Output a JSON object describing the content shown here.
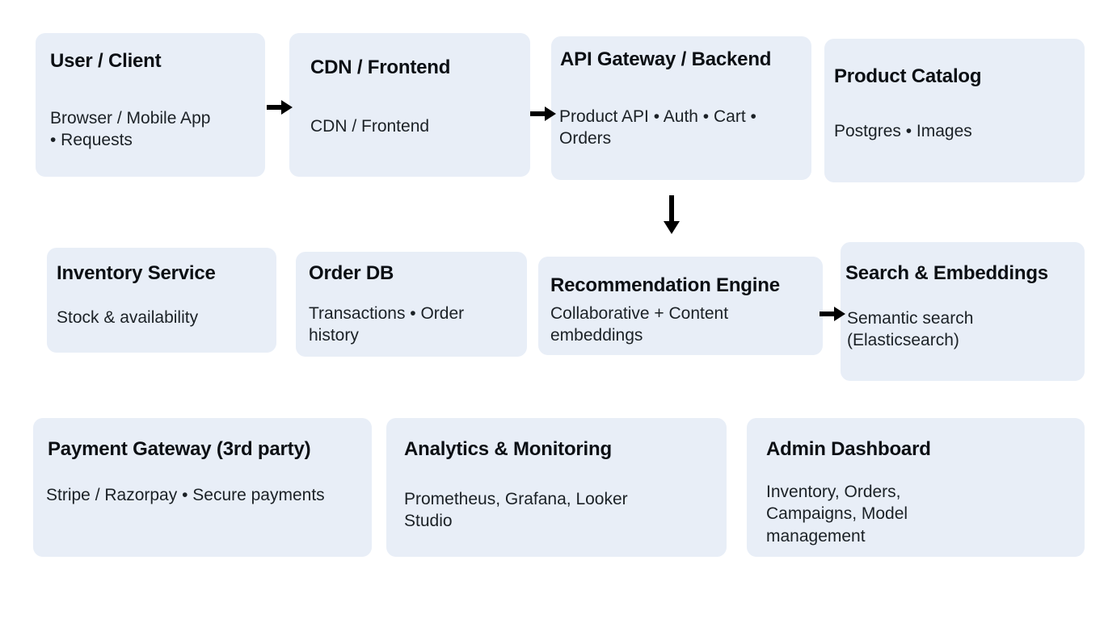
{
  "diagram": {
    "type": "architecture-flow",
    "background_color": "#ffffff",
    "node_fill_color": "#e8eef7",
    "text_color": "#0b0f14",
    "arrow_color": "#000000",
    "rows": [
      {
        "name": "client-edge-row",
        "nodes": [
          "user-client",
          "cdn-frontend",
          "api-gateway-backend",
          "product-catalog"
        ]
      },
      {
        "name": "services-row",
        "nodes": [
          "inventory-service",
          "order-db",
          "recommendation-engine",
          "search-embeddings"
        ]
      },
      {
        "name": "supporting-row",
        "nodes": [
          "payment-gateway",
          "analytics-monitoring",
          "admin-dashboard"
        ]
      }
    ],
    "nodes": [
      {
        "id": "user-client",
        "title": "User / Client",
        "body": "Browser / Mobile App • Requests"
      },
      {
        "id": "cdn-frontend",
        "title": "CDN / Frontend",
        "body": "CDN / Frontend"
      },
      {
        "id": "api-gateway-backend",
        "title": "API Gateway / Backend",
        "body": "Product API • Auth • Cart • Orders"
      },
      {
        "id": "product-catalog",
        "title": "Product Catalog",
        "body": "Postgres • Images"
      },
      {
        "id": "inventory-service",
        "title": "Inventory Service",
        "body": "Stock & availability"
      },
      {
        "id": "order-db",
        "title": "Order DB",
        "body": "Transactions • Order history"
      },
      {
        "id": "recommendation-engine",
        "title": "Recommendation Engine",
        "body": "Collaborative + Content embeddings"
      },
      {
        "id": "search-embeddings",
        "title": "Search & Embeddings",
        "body": "Semantic search (Elasticsearch)"
      },
      {
        "id": "payment-gateway",
        "title": "Payment Gateway (3rd party)",
        "body": "Stripe / Razorpay • Secure payments"
      },
      {
        "id": "analytics-monitoring",
        "title": "Analytics & Monitoring",
        "body": "Prometheus, Grafana, Looker Studio"
      },
      {
        "id": "admin-dashboard",
        "title": " Admin Dashboard",
        "body": "Inventory, Orders, Campaigns, Model management"
      }
    ],
    "arrows": [
      {
        "id": "user-to-cdn",
        "direction": "right",
        "from": "user-client",
        "to": "cdn-frontend"
      },
      {
        "id": "cdn-to-api",
        "direction": "right",
        "from": "cdn-frontend",
        "to": "api-gateway-backend"
      },
      {
        "id": "api-to-recommendation",
        "direction": "down",
        "from": "api-gateway-backend",
        "to": "recommendation-engine"
      },
      {
        "id": "recommendation-to-search",
        "direction": "right",
        "from": "recommendation-engine",
        "to": "search-embeddings"
      }
    ]
  }
}
